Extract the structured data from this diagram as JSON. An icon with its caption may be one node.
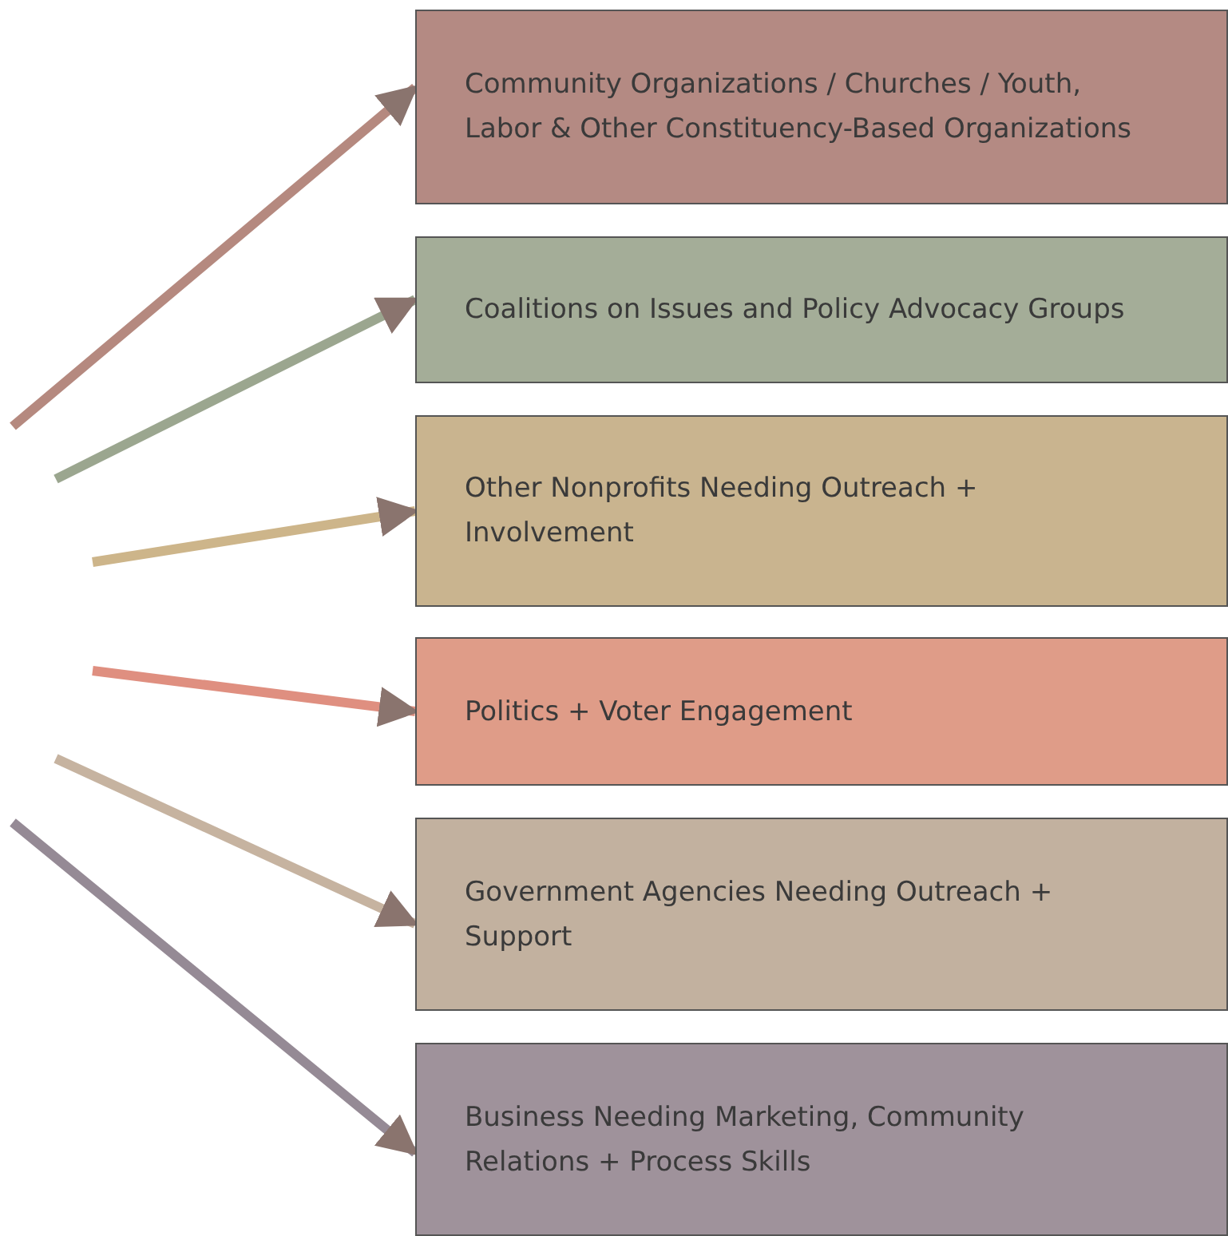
{
  "diagram": {
    "nodes": [
      {
        "text": [
          "Community Organizations / Churches / Youth, Labor & Other Constituency-Based Organizations"
        ]
      },
      {
        "text": [
          "Coalitions on Issues and Policy Advocacy Groups"
        ]
      },
      {
        "text": [
          "Other Nonprofits Needing Outreach + Involvement"
        ]
      },
      {
        "text": [
          "Politics + Voter Engagement"
        ]
      },
      {
        "text": [
          "Government Agencies Needing Outreach + Support"
        ]
      },
      {
        "text": [
          "Business Needing Marketing, Community Relations + Process Skills"
        ]
      }
    ],
    "edges": [
      {
        "from": null,
        "to": 0,
        "arrow": "to",
        "color": "#b5897f"
      },
      {
        "from": null,
        "to": 1,
        "arrow": "to",
        "color": "#9ba68f"
      },
      {
        "from": null,
        "to": 2,
        "arrow": "to",
        "color": "#cdb58a"
      },
      {
        "from": null,
        "to": 3,
        "arrow": "to",
        "color": "#df8f80"
      },
      {
        "from": null,
        "to": 4,
        "arrow": "to",
        "color": "#c6b3a0"
      },
      {
        "from": null,
        "to": 5,
        "arrow": "to",
        "color": "#958a95"
      }
    ]
  }
}
